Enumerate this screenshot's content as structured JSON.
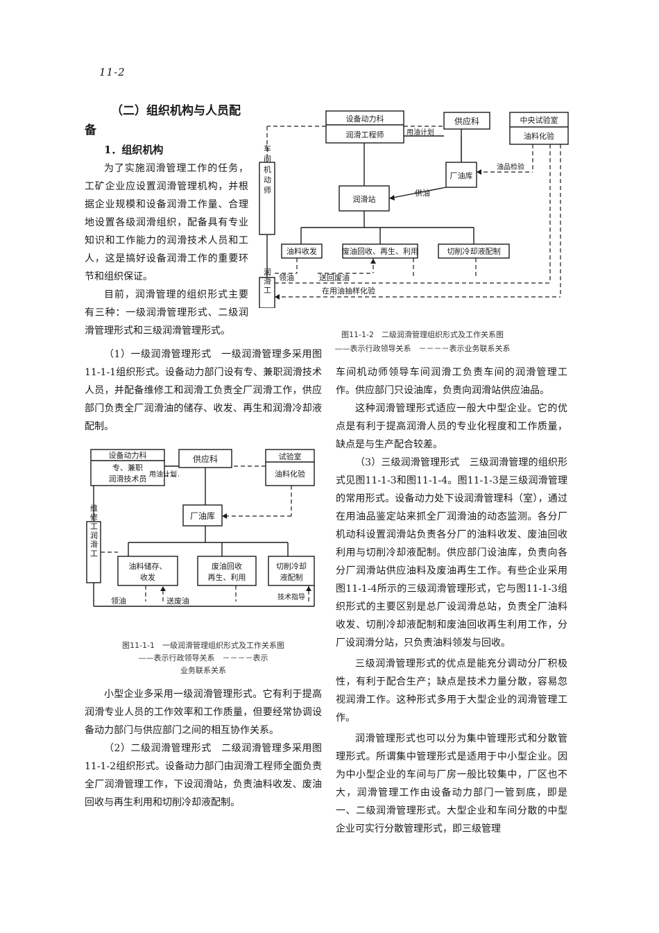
{
  "page": {
    "number": "11-2",
    "section_title": "（二）组织机构与人员配备",
    "subsection_title": "1．组织机构"
  },
  "paragraphs": {
    "p1": "为了实施润滑管理工作的任务，工矿企业应设置润滑管理机构，并根据企业规模和设备润滑工作量、合理地设置各级润滑组织，配备具有专业知识和工作能力的润滑技术人员和工人，这是搞好设备润滑工作的重要环节和组织保证。",
    "p2": "目前，润滑管理的组织形式主要有三种：一级润滑管理形式、二级润滑管理形式和三级润滑管理形式。",
    "p3": "（1）一级润滑管理形式　一级润滑管理多采用图11-1-1组织形式。设备动力部门设有专、兼职润滑技术人员，并配备维修工和润滑工负责全厂润滑工作，供应部门负责全厂润滑油的储存、收发、再生和润滑冷却液配制。",
    "p4": "小型企业多采用一级润滑管理形式。它有利于提高润滑专业人员的工作效率和工作质量，但要经常协调设备动力部门与供应部门之间的相互协作关系。",
    "p5": "（2）二级润滑管理形式　二级润滑管理多采用图11-1-2组织形式。设备动力部门由润滑工程师全面负责全厂润滑管理工作，下设润滑站，负责油料收发、废油回收与再生利用和切削冷却液配制。",
    "p6": "车间机动师领导车间润滑工负责车间的润滑管理工作。供应部门只设油库，负责向润滑站供应油品。",
    "p7": "这种润滑管理形式适应一般大中型企业。它的优点是有利于提高润滑人员的专业化程度和工作质量，缺点是与生产配合较差。",
    "p8": "（3）三级润滑管理形式　三级润滑管理的组织形式见图11-1-3和图11-1-4。图11-1-3是三级润滑管理的常用形式。设备动力处下设润滑管理科（室），通过在用油品鉴定站来抓全厂润滑油的动态监测。各分厂机动科设置润滑站负责各分厂的油料收发、废油回收利用与切削冷却液配制。供应部门设油库，负责向各分厂润滑站供应油料及废油再生工作。有些企业采用图11-1-4所示的三级润滑管理形式，它与图11-1-3组织形式的主要区别是总厂设润滑总站，负责全厂油料收发、切削冷却液配制和废油回收再生利用工作，分厂设润滑分站，只负责油料领发与回收。",
    "p9": "三级润滑管理形式的优点是能充分调动分厂积极性，有利于配合生产；缺点是技术力量分散，容易忽视润滑工作。这种形式多用于大型企业的润滑管理工作。",
    "p10": "润滑管理形式也可以分为集中管理形式和分散管理形式。所谓集中管理形式是适用于中小型企业。因为中小型企业的车间与厂房一般比较集中，厂区也不大，润滑管理工作由设备动力部门一管到底，即是一、二级润滑管理形式。大型企业和车间分散的中型企业可实行分散管理形式，即三级管理"
  },
  "fig1": {
    "box_equipment_1": "设备动力科",
    "box_equipment_2": "专、兼职",
    "box_equipment_3": "润滑技术员",
    "box_supply": "供应科",
    "box_lab_1": "试验室",
    "box_lab_2": "油料化验",
    "box_depot": "厂油库",
    "box_maint": "维修工润滑工",
    "box_storage_1": "油料储存、",
    "box_storage_2": "收发",
    "box_waste_1": "废油回收",
    "box_waste_2": "再生、利用",
    "box_cut_1": "切削冷却",
    "box_cut_2": "液配制",
    "lbl_plan": "用油计划",
    "lbl_getoil": "领油",
    "lbl_sendwaste": "送废油",
    "lbl_tech": "技术指导",
    "caption_1": "图11-1-1　一级润滑管理组织形式及工作关系图",
    "caption_2": "——表示行政领导关系　－－－－表示",
    "caption_3": "业务联系关系"
  },
  "fig2": {
    "box_equip": "设备动力科",
    "box_engineer": "润滑工程师",
    "box_supply": "供应科",
    "box_lab_1": "中央试验室",
    "box_lab_2": "油料化验",
    "box_depot": "厂油库",
    "box_station": "润滑站",
    "box_workshop": "车间机动师",
    "box_oiler": "润滑工",
    "box_receive": "油料收发",
    "box_waste": "废油回收、再生、利用",
    "box_cut": "切削冷却液配制",
    "lbl_plan": "用油计划",
    "lbl_inspect": "油品检验",
    "lbl_supply": "供油",
    "lbl_getoil": "领油",
    "lbl_sendwaste": "送回废油",
    "lbl_sample": "在用油抽样化验",
    "caption_1": "图11-1-2　二级润滑管理组织形式及工作关系图",
    "caption_2": "——表示行政领导关系　－－－－表示业务联系关系"
  }
}
